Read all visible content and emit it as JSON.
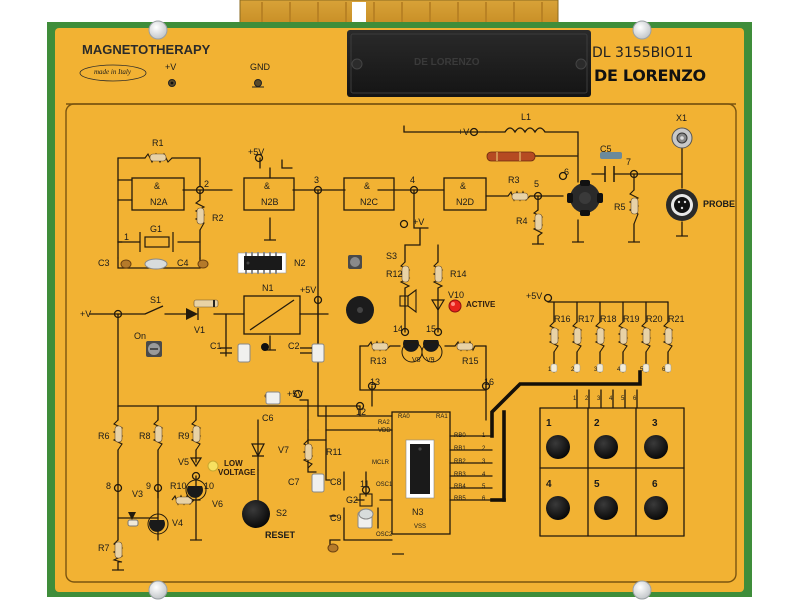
{
  "board": {
    "title": "MAGNETOTHERAPY",
    "made_in": "made in Italy",
    "part_number": "DL 3155BIO11",
    "brand": "DE LORENZO",
    "cover_text": "DE LORENZO"
  },
  "connectors": {
    "vplus": "+V",
    "gnd": "GND"
  },
  "components": {
    "R1": "R1",
    "R2": "R2",
    "R3": "R3",
    "R4": "R4",
    "R5": "R5",
    "R6": "R6",
    "R7": "R7",
    "R8": "R8",
    "R9": "R9",
    "R10": "R10",
    "R11": "R11",
    "R12": "R12",
    "R13": "R13",
    "R14": "R14",
    "R15": "R15",
    "R16": "R16",
    "R17": "R17",
    "R18": "R18",
    "R19": "R19",
    "R20": "R20",
    "R21": "R21",
    "C1": "C1",
    "C2": "C2",
    "C3": "C3",
    "C4": "C4",
    "C5": "C5",
    "C6": "C6",
    "C7": "C7",
    "C8": "C8",
    "C9": "C9",
    "G1": "G1",
    "G2": "G2",
    "L1": "L1",
    "X1": "X1",
    "N1": "N1",
    "N2": "N2",
    "N3": "N3",
    "N2A": "N2A",
    "N2B": "N2B",
    "N2C": "N2C",
    "N2D": "N2D",
    "V1": "V1",
    "V3": "V3",
    "V4": "V4",
    "V5": "V5",
    "V6": "V6",
    "V7": "V7",
    "V8": "V8",
    "V9": "V9",
    "V10": "V10",
    "S1": "S1",
    "S2": "S2",
    "S3": "S3"
  },
  "labels": {
    "probe": "PROBE",
    "active": "ACTIVE",
    "low_voltage_1": "LOW",
    "low_voltage_2": "VOLTAGE",
    "reset": "RESET",
    "on": "On",
    "amp": "&",
    "vplus": "+V",
    "plus5v": "+5V",
    "vdd": "VDD",
    "vss": "VSS",
    "mclr": "MCLR",
    "ra0": "RA0",
    "ra1": "RA1",
    "ra2": "RA2",
    "osc1": "OSC1",
    "osc2": "OSC2"
  },
  "test_points": [
    "1",
    "2",
    "3",
    "4",
    "5",
    "6",
    "7",
    "8",
    "9",
    "10",
    "11",
    "12",
    "13",
    "14",
    "15",
    "16"
  ],
  "port_b": [
    "RB0",
    "RB1",
    "RB2",
    "RB3",
    "RB4",
    "RB5"
  ],
  "bus_pins": [
    "1",
    "2",
    "3",
    "4",
    "5",
    "6"
  ],
  "pot_pins": [
    "1",
    "2",
    "3",
    "4",
    "5",
    "6"
  ],
  "keypad": [
    "1",
    "2",
    "3",
    "4",
    "5",
    "6"
  ],
  "colors": {
    "panel": "#f2b233",
    "pcb": "#3f8d3a",
    "trace": "#231a0c",
    "led_active": "#e8231c",
    "led_low_voltage": "#f7e060",
    "cover": "#1e1e1e"
  }
}
